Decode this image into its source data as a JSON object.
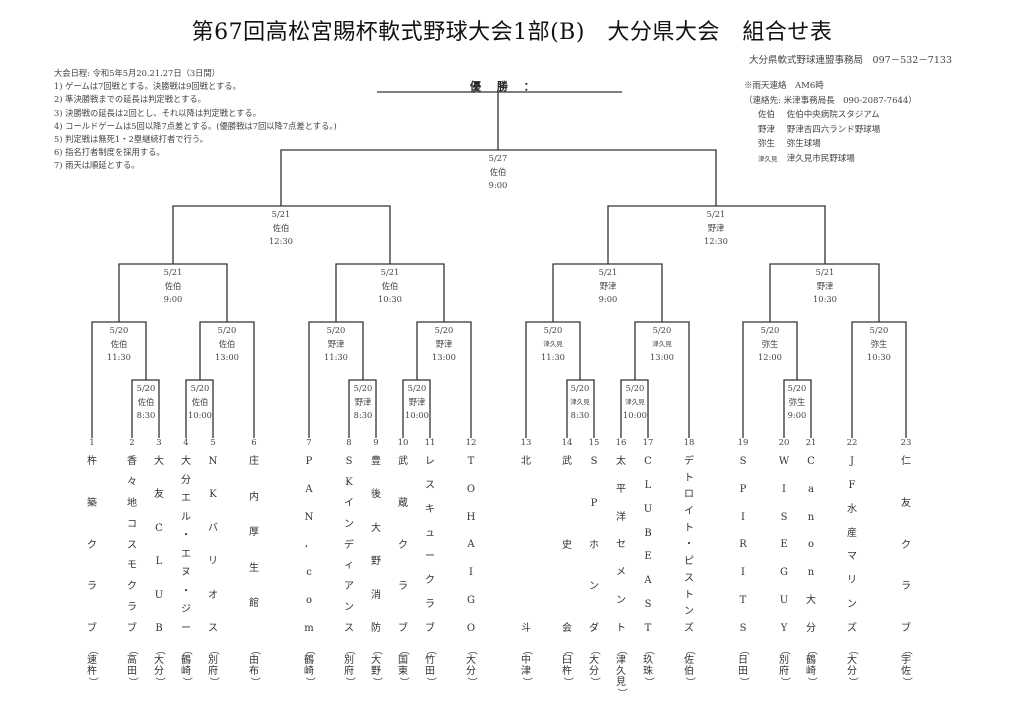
{
  "title": "第67回高松宮賜杯軟式野球大会1部(B)　大分県大会　組合せ表",
  "office": "大分県軟式野球連盟事務局　097－532－7133",
  "rules": [
    "大会日程: 令和5年5月20.21.27日（3日間）",
    "1) ゲームは7回戦とする。決勝戦は9回戦とする。",
    "2) 準決勝戦までの延長は判定戦とする。",
    "3) 決勝戦の延長は2回とし、それ以降は判定戦とする。",
    "4) コールドゲームは5回以降7点差とする。(優勝戦は7回以降7点差とする。)",
    "5) 判定戦は無死1・2塁継続打者で行う。",
    "6) 指名打者制度を採用する。",
    "7) 雨天は順延とする。"
  ],
  "rain_contact": {
    "line1": "※雨天連絡　AM6時",
    "line2": "（連絡先: 米津事務局長　090-2087-7644）",
    "venues": [
      {
        "short": "佐伯",
        "name": "佐伯中央病院スタジアム"
      },
      {
        "short": "野津",
        "name": "野津吉四六ランド野球場"
      },
      {
        "short": "弥生",
        "name": "弥生球場"
      },
      {
        "short": "津久見",
        "name": "津久見市民野球場"
      }
    ]
  },
  "champion_label": "優 勝 ：",
  "matches": {
    "final": {
      "date": "5/27",
      "venue": "佐伯",
      "time": "9:00"
    },
    "sf_left": {
      "date": "5/21",
      "venue": "佐伯",
      "time": "12:30"
    },
    "sf_right": {
      "date": "5/21",
      "venue": "野津",
      "time": "12:30"
    },
    "qf1": {
      "date": "5/21",
      "venue": "佐伯",
      "time": "9:00"
    },
    "qf2": {
      "date": "5/21",
      "venue": "佐伯",
      "time": "10:30"
    },
    "qf3": {
      "date": "5/21",
      "venue": "野津",
      "time": "9:00"
    },
    "qf4": {
      "date": "5/21",
      "venue": "野津",
      "time": "10:30"
    },
    "r1_1": {
      "date": "5/20",
      "venue": "佐伯",
      "time": "11:30"
    },
    "r1_2": {
      "date": "5/20",
      "venue": "佐伯",
      "time": "13:00"
    },
    "r1_3": {
      "date": "5/20",
      "venue": "野津",
      "time": "11:30"
    },
    "r1_4": {
      "date": "5/20",
      "venue": "野津",
      "time": "13:00"
    },
    "r1_5": {
      "date": "5/20",
      "venue": "津久見",
      "time": "11:30"
    },
    "r1_6": {
      "date": "5/20",
      "venue": "津久見",
      "time": "13:00"
    },
    "r1_7": {
      "date": "5/20",
      "venue": "弥生",
      "time": "12:00"
    },
    "r1_8": {
      "date": "5/20",
      "venue": "弥生",
      "time": "10:30"
    },
    "pi_1": {
      "date": "5/20",
      "venue": "佐伯",
      "time": "8:30"
    },
    "pi_2": {
      "date": "5/20",
      "venue": "佐伯",
      "time": "10:00"
    },
    "pi_3": {
      "date": "5/20",
      "venue": "野津",
      "time": "8:30"
    },
    "pi_4": {
      "date": "5/20",
      "venue": "野津",
      "time": "10:00"
    },
    "pi_5": {
      "date": "5/20",
      "venue": "津久見",
      "time": "8:30"
    },
    "pi_6": {
      "date": "5/20",
      "venue": "津久見",
      "time": "10:00"
    },
    "pi_7": {
      "date": "5/20",
      "venue": "弥生",
      "time": "9:00"
    }
  },
  "teams": [
    {
      "num": "1",
      "name": [
        "杵",
        "築",
        "ク",
        "ラ",
        "ブ"
      ],
      "region": "速杵"
    },
    {
      "num": "2",
      "name": [
        "香",
        "々",
        "地",
        "コ",
        "ス",
        "モ",
        "ク",
        "ラ",
        "ブ"
      ],
      "region": "高田"
    },
    {
      "num": "3",
      "name": [
        "大",
        "友",
        "C",
        "L",
        "U",
        "B"
      ],
      "region": "大分"
    },
    {
      "num": "4",
      "name": [
        "大",
        "分",
        "エ",
        "ル",
        "・",
        "エ",
        "ヌ",
        "・",
        "ジ",
        "ー"
      ],
      "region": "鶴崎"
    },
    {
      "num": "5",
      "name": [
        "N",
        "K",
        "バ",
        "リ",
        "オ",
        "ス"
      ],
      "region": "別府"
    },
    {
      "num": "6",
      "name": [
        "庄",
        "内",
        "厚",
        "生",
        "館",
        " "
      ],
      "region": "由布"
    },
    {
      "num": "7",
      "name": [
        "P",
        "A",
        "N",
        "．",
        "c",
        "o",
        "m"
      ],
      "region": "鶴崎"
    },
    {
      "num": "8",
      "name": [
        "S",
        "K",
        "イ",
        "ン",
        "デ",
        "ィ",
        "ア",
        "ン",
        "ス"
      ],
      "region": "別府"
    },
    {
      "num": "9",
      "name": [
        "豊",
        "後",
        "大",
        "野",
        "消",
        "防"
      ],
      "region": "大野"
    },
    {
      "num": "10",
      "name": [
        "武",
        "蔵",
        "ク",
        "ラ",
        "ブ"
      ],
      "region": "国東"
    },
    {
      "num": "11",
      "name": [
        "レ",
        "ス",
        "キ",
        "ュ",
        "ー",
        "ク",
        "ラ",
        "ブ"
      ],
      "region": "竹田"
    },
    {
      "num": "12",
      "name": [
        "T",
        "O",
        "H",
        "A",
        "I",
        "G",
        "O"
      ],
      "region": "大分"
    },
    {
      "num": "13",
      "name": [
        "北",
        "斗"
      ],
      "region": "中津"
    },
    {
      "num": "14",
      "name": [
        "武",
        "史",
        "会"
      ],
      "region": "臼杵"
    },
    {
      "num": "15",
      "name": [
        "S",
        "P",
        "ホ",
        "ン",
        "ダ"
      ],
      "region": "大分"
    },
    {
      "num": "16",
      "name": [
        "太",
        "平",
        "洋",
        "セ",
        "メ",
        "ン",
        "ト"
      ],
      "region": "津久見"
    },
    {
      "num": "17",
      "name": [
        "C",
        "L",
        "U",
        "B",
        "E",
        "A",
        "S",
        "T"
      ],
      "region": "玖珠"
    },
    {
      "num": "18",
      "name": [
        "デ",
        "ト",
        "ロ",
        "イ",
        "ト",
        "・",
        "ピ",
        "ス",
        "ト",
        "ン",
        "ズ"
      ],
      "region": "佐伯"
    },
    {
      "num": "19",
      "name": [
        "S",
        "P",
        "I",
        "R",
        "I",
        "T",
        "S"
      ],
      "region": "日田"
    },
    {
      "num": "20",
      "name": [
        "W",
        "I",
        "S",
        "E",
        "G",
        "U",
        "Y"
      ],
      "region": "別府"
    },
    {
      "num": "21",
      "name": [
        "C",
        "a",
        "n",
        "o",
        "n",
        "大",
        "分"
      ],
      "region": "鶴崎"
    },
    {
      "num": "22",
      "name": [
        "J",
        "F",
        "水",
        "産",
        "マ",
        "リ",
        "ン",
        "ズ"
      ],
      "region": "大分"
    },
    {
      "num": "23",
      "name": [
        "仁",
        "友",
        "ク",
        "ラ",
        "ブ"
      ],
      "region": "宇佐"
    }
  ]
}
